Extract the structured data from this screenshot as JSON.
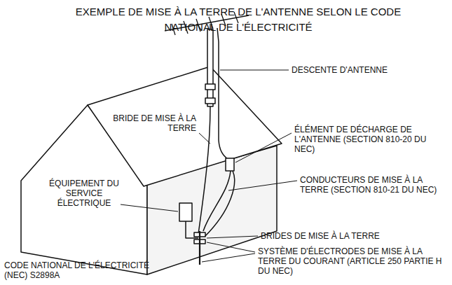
{
  "diagram": {
    "title": "EXEMPLE DE MISE À LA TERRE DE L'ANTENNE SELON LE CODE NATIONAL DE L'ÉLECTRICITÉ",
    "labels": [
      "DESCENTE D'ANTENNE",
      "BRIDE DE MISE À LA TERRE",
      "ÉLÉMENT DE DÉCHARGE DE L'ANTENNE (SECTION 810-20 DU NEC)",
      "ÉQUIPEMENT DU SERVICE ÉLECTRIQUE",
      "CONDUCTEURS DE MISE À LA TERRE (SECTION 810-21 DU NEC)",
      "BRIDES DE MISE À LA TERRE",
      "SYSTÈME D'ÉLECTRODES DE MISE À LA TERRE DU COURANT (ARTICLE 250 PARTIE H DU NEC)",
      "CODE NATIONAL DE L'ÉLECTRICITÉ (NEC) S2898A"
    ]
  }
}
